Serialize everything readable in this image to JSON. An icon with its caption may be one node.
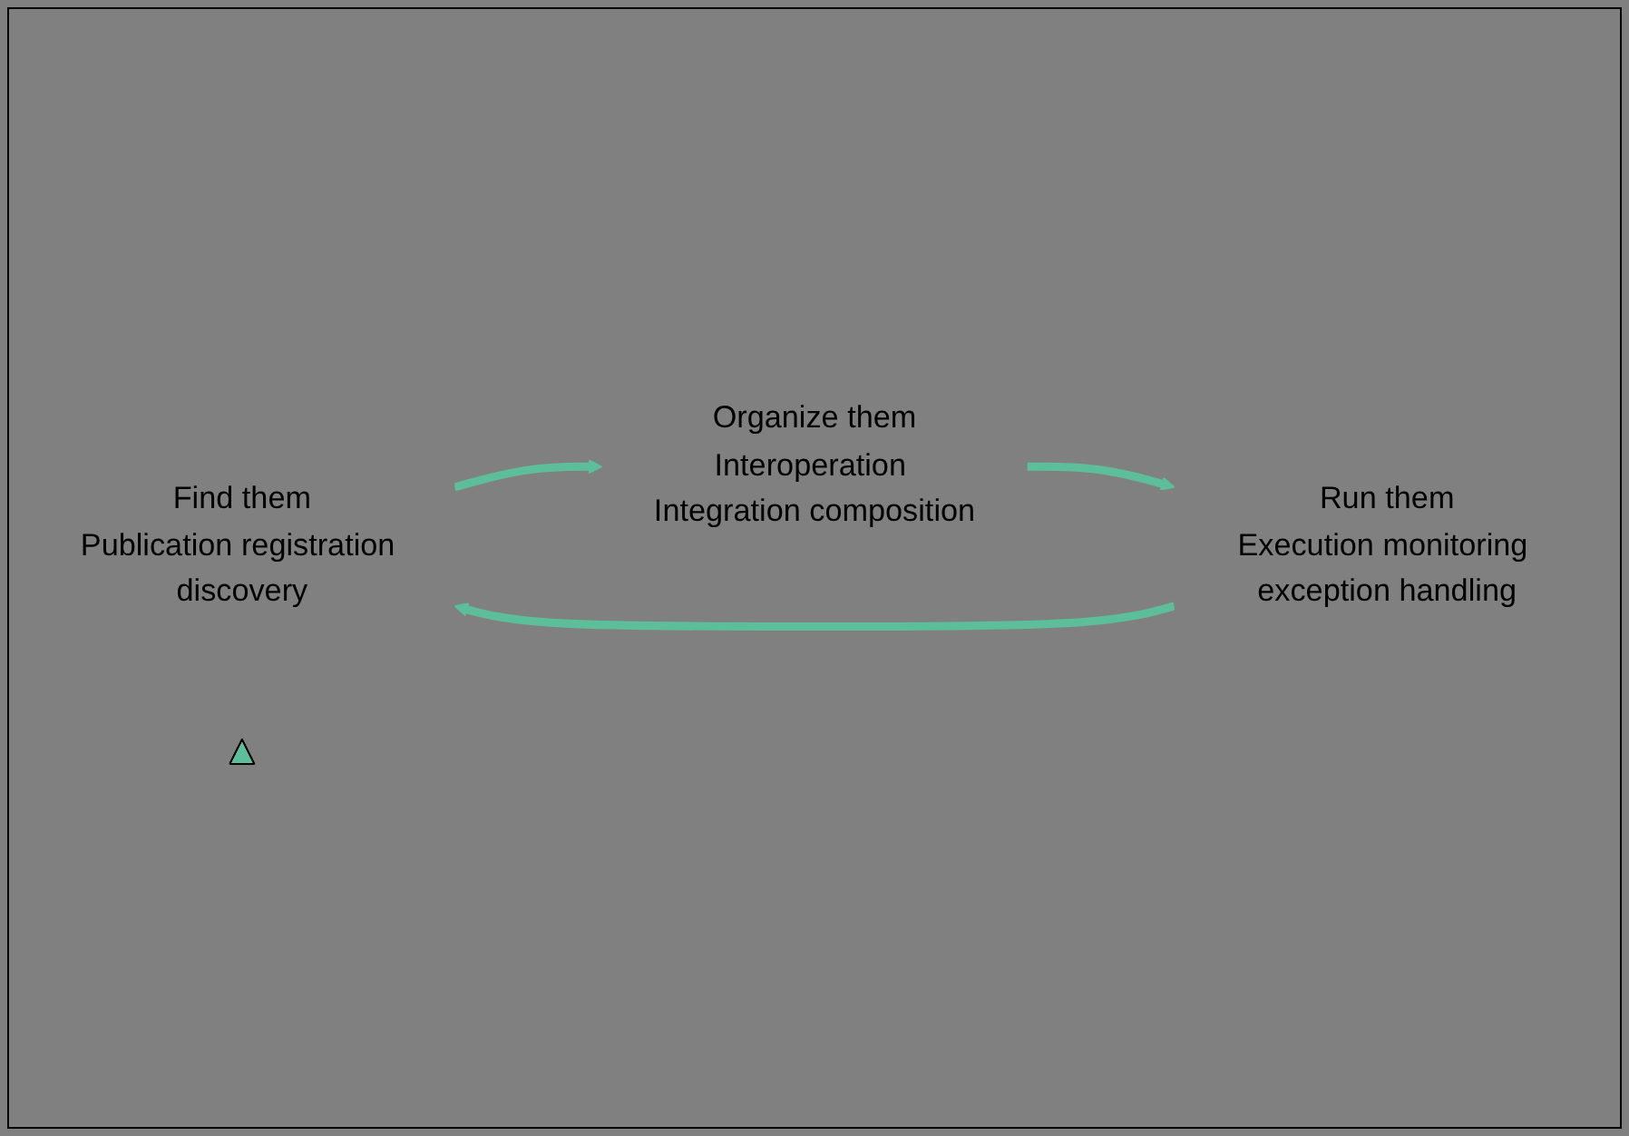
{
  "diagram": {
    "nodes": [
      {
        "text": [
          "Find them",
          "Publication registration discovery"
        ]
      },
      {
        "text": [
          "Organize them",
          "Interoperation Integration composition"
        ]
      },
      {
        "text": [
          "Run them",
          "Execution monitoring exception handling"
        ]
      },
      {
        "text": [],
        "shape": "triangle"
      }
    ],
    "edges": [
      {
        "from": 0,
        "to": 1,
        "arrow": "to"
      },
      {
        "from": 1,
        "to": 2,
        "arrow": "to"
      },
      {
        "from": 2,
        "to": 0,
        "arrow": "to"
      }
    ]
  }
}
